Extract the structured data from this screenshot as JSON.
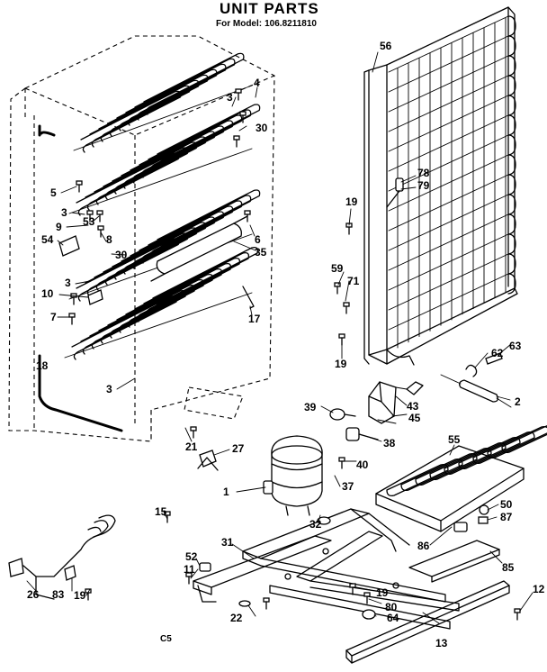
{
  "title": "UNIT PARTS",
  "model": {
    "prefix": "For Model:",
    "number": "106.8211810"
  },
  "code": "C5",
  "callouts": [
    {
      "id": "3a",
      "text": "3"
    },
    {
      "id": "4",
      "text": "4"
    },
    {
      "id": "30a",
      "text": "30"
    },
    {
      "id": "56",
      "text": "56"
    },
    {
      "id": "5",
      "text": "5"
    },
    {
      "id": "3b",
      "text": "3"
    },
    {
      "id": "53",
      "text": "53"
    },
    {
      "id": "9",
      "text": "9"
    },
    {
      "id": "54",
      "text": "54"
    },
    {
      "id": "8",
      "text": "8"
    },
    {
      "id": "30b",
      "text": "30"
    },
    {
      "id": "6",
      "text": "6"
    },
    {
      "id": "35",
      "text": "35"
    },
    {
      "id": "3c",
      "text": "3"
    },
    {
      "id": "10",
      "text": "10"
    },
    {
      "id": "7",
      "text": "7"
    },
    {
      "id": "17",
      "text": "17"
    },
    {
      "id": "78",
      "text": "78"
    },
    {
      "id": "79",
      "text": "79"
    },
    {
      "id": "19a",
      "text": "19"
    },
    {
      "id": "59",
      "text": "59"
    },
    {
      "id": "71",
      "text": "71"
    },
    {
      "id": "19b",
      "text": "19"
    },
    {
      "id": "18",
      "text": "18"
    },
    {
      "id": "3d",
      "text": "3"
    },
    {
      "id": "63",
      "text": "63"
    },
    {
      "id": "62",
      "text": "62"
    },
    {
      "id": "2",
      "text": "2"
    },
    {
      "id": "39",
      "text": "39"
    },
    {
      "id": "43",
      "text": "43"
    },
    {
      "id": "45",
      "text": "45"
    },
    {
      "id": "21",
      "text": "21"
    },
    {
      "id": "27",
      "text": "27"
    },
    {
      "id": "38",
      "text": "38"
    },
    {
      "id": "55",
      "text": "55"
    },
    {
      "id": "40",
      "text": "40"
    },
    {
      "id": "1",
      "text": "1"
    },
    {
      "id": "37",
      "text": "37"
    },
    {
      "id": "50",
      "text": "50"
    },
    {
      "id": "87",
      "text": "87"
    },
    {
      "id": "15",
      "text": "15"
    },
    {
      "id": "32",
      "text": "32"
    },
    {
      "id": "86",
      "text": "86"
    },
    {
      "id": "31",
      "text": "31"
    },
    {
      "id": "52",
      "text": "52"
    },
    {
      "id": "11",
      "text": "11"
    },
    {
      "id": "85",
      "text": "85"
    },
    {
      "id": "19c",
      "text": "19"
    },
    {
      "id": "80",
      "text": "80"
    },
    {
      "id": "12",
      "text": "12"
    },
    {
      "id": "64",
      "text": "64"
    },
    {
      "id": "22",
      "text": "22"
    },
    {
      "id": "26",
      "text": "26"
    },
    {
      "id": "83",
      "text": "83"
    },
    {
      "id": "19d",
      "text": "19"
    },
    {
      "id": "13",
      "text": "13"
    }
  ]
}
